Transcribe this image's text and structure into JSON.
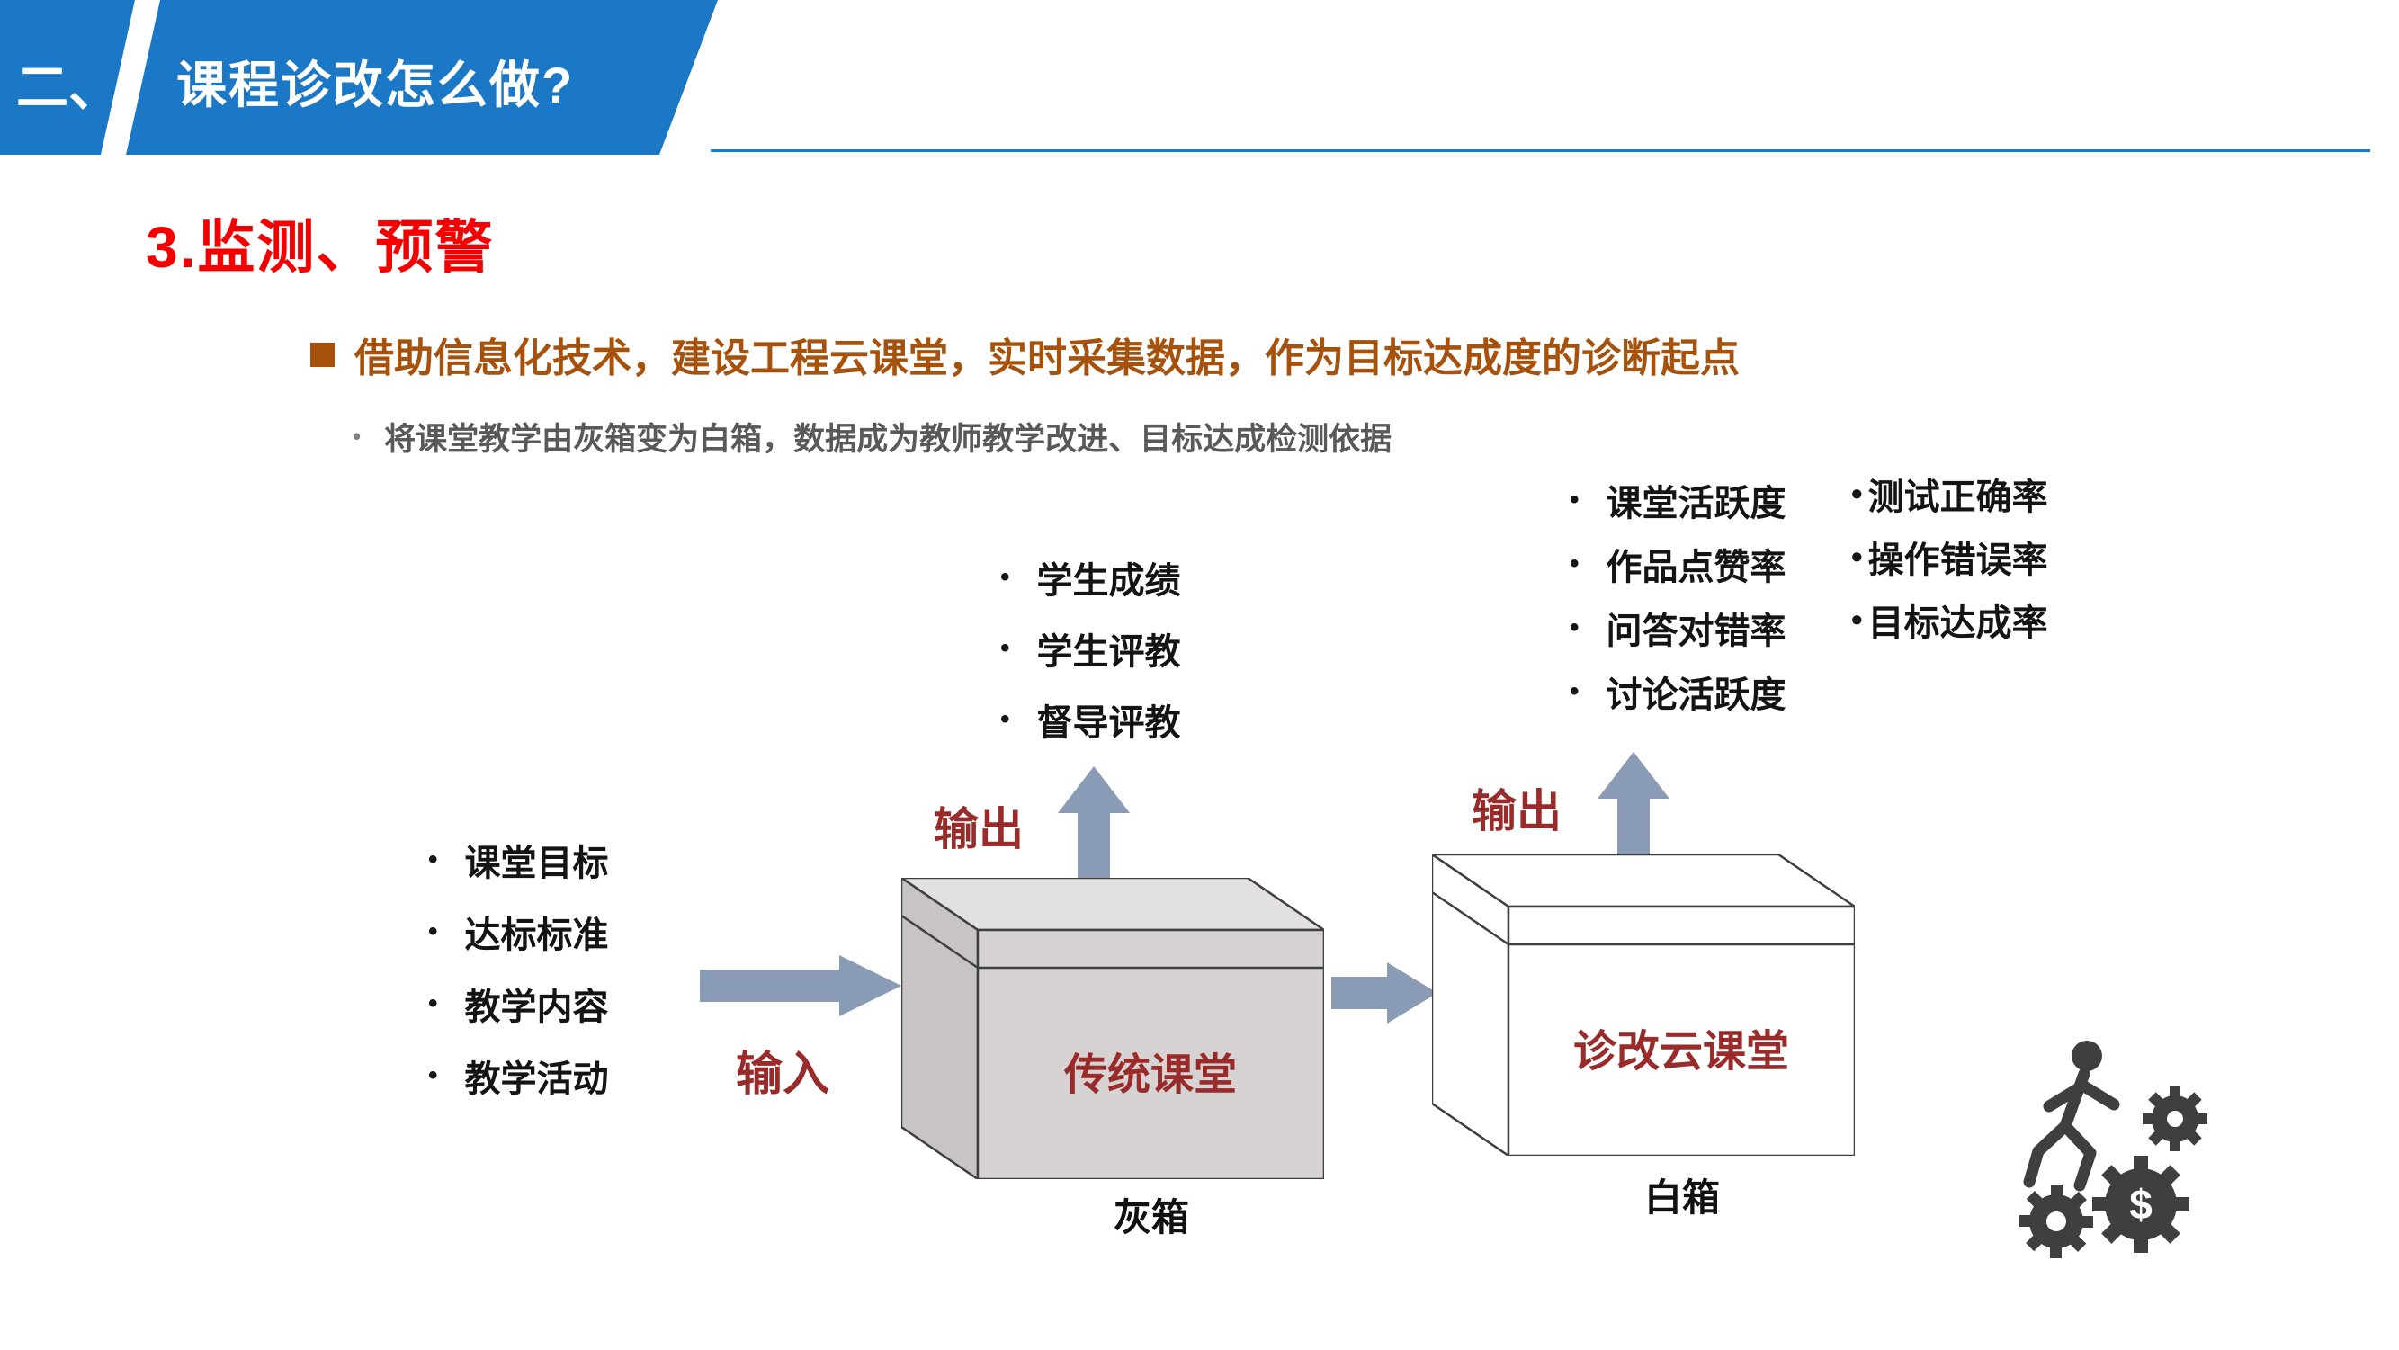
{
  "slide": {
    "banner": {
      "prefix": "二、",
      "title": "课程诊改怎么做?"
    },
    "section_heading": "3.监测、预警",
    "main_bullet": "借助信息化技术，建设工程云课堂，实时采集数据，作为目标达成度的诊断起点",
    "sub_bullet": "将课堂教学由灰箱变为白箱，数据成为教师教学改进、目标达成检测依据"
  },
  "diagram": {
    "input_label": "输入",
    "input_list": [
      "课堂目标",
      "达标标准",
      "教学内容",
      "教学活动"
    ],
    "gray_box": {
      "label": "传统课堂",
      "caption": "灰箱",
      "output_label": "输出",
      "outputs": [
        "学生成绩",
        "学生评教",
        "督导评教"
      ]
    },
    "white_box": {
      "label": "诊改云课堂",
      "caption": "白箱",
      "output_label": "输出",
      "outputs_col1": [
        "课堂活跃度",
        "作品点赞率",
        "问答对错率",
        "讨论活跃度"
      ],
      "outputs_col2": [
        "测试正确率",
        "操作错误率",
        "目标达成率"
      ]
    },
    "dollar_sign": "$"
  },
  "colors": {
    "banner_blue": "#1B78C6",
    "heading_red": "#F40000",
    "accent_brown": "#A6520D",
    "sub_gray": "#595959",
    "label_dark_red": "#992B2B",
    "arrow_blue_gray": "#8A9BB5",
    "gray_box_fill": "#D6D3D2",
    "white_box_fill": "#FFFFFF",
    "icon_dark": "#3F3F3F"
  }
}
